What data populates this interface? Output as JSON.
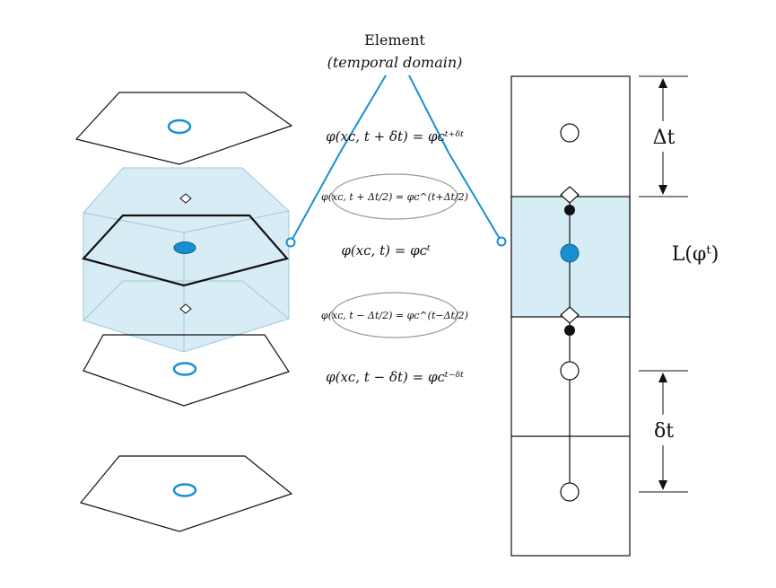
{
  "title": "Element",
  "subtitle": "(temporal domain)",
  "equations": {
    "next": "φ(xᴄ, t + δt) = φᴄᵗ⁺ᵟᵗ",
    "half_next": "φ(xᴄ, t + Δt/2) = φᴄ^(t+Δt/2)",
    "current": "φ(xᴄ, t) = φᴄᵗ",
    "half_prev": "φ(xᴄ, t − Δt/2) = φᴄ^(t−Δt/2)",
    "prev": "φ(xᴄ, t − δt) = φᴄᵗ⁻ᵟᵗ"
  },
  "labels": {
    "delta_t_big": "Δt",
    "delta_t_small": "δt",
    "operator": "L(φᵗ)"
  },
  "colors": {
    "accent": "#1a8fd0",
    "shade": "#d7edf6",
    "prism_fill": "#cbe6f1",
    "prism_edge": "#9cc8dc"
  }
}
